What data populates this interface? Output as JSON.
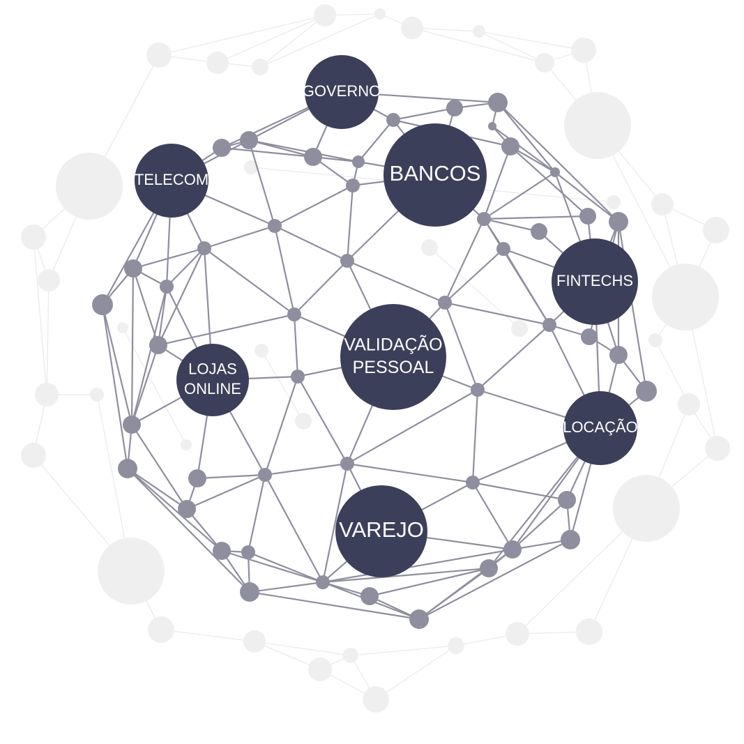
{
  "colors": {
    "hub": "#3c3f59",
    "node": "#8e8e9e",
    "edge": "#8e8e9e",
    "background_node": "#efeff0",
    "background_edge": "#ececee",
    "label": "#ffffff"
  },
  "hubs": [
    {
      "id": "governo",
      "lines": [
        "GOVERNO"
      ]
    },
    {
      "id": "telecom",
      "lines": [
        "TELECOM"
      ]
    },
    {
      "id": "bancos",
      "lines": [
        "BANCOS"
      ]
    },
    {
      "id": "fintechs",
      "lines": [
        "FINTECHS"
      ]
    },
    {
      "id": "validacao",
      "lines": [
        "VALIDAÇÃO",
        "PESSOAL"
      ]
    },
    {
      "id": "lojas",
      "lines": [
        "LOJAS",
        "ONLINE"
      ]
    },
    {
      "id": "locacao",
      "lines": [
        "LOCAÇÃO"
      ]
    },
    {
      "id": "varejo",
      "lines": [
        "VAREJO"
      ]
    }
  ]
}
